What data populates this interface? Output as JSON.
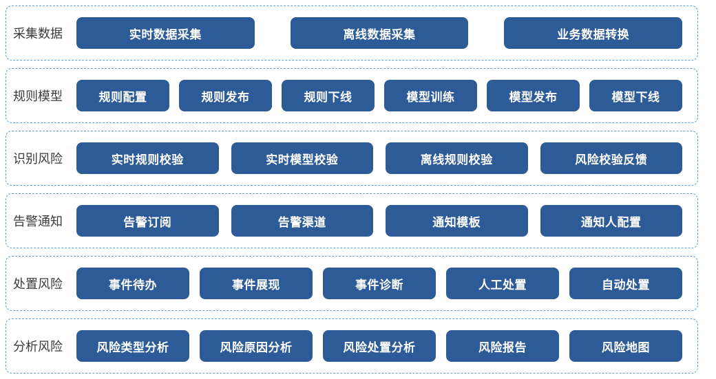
{
  "colors": {
    "button_background": "#2d5b97",
    "button_text": "#ffffff",
    "row_border": "#5b9bd5",
    "label_text": "#3b3b3b",
    "page_background": "#ffffff"
  },
  "rows": [
    {
      "label": "采集数据",
      "items": [
        "实时数据采集",
        "离线数据采集",
        "业务数据转换"
      ]
    },
    {
      "label": "规则模型",
      "items": [
        "规则配置",
        "规则发布",
        "规则下线",
        "模型训练",
        "模型发布",
        "模型下线"
      ]
    },
    {
      "label": "识别风险",
      "items": [
        "实时规则校验",
        "实时模型校验",
        "离线规则校验",
        "风险校验反馈"
      ]
    },
    {
      "label": "告警通知",
      "items": [
        "告警订阅",
        "告警渠道",
        "通知模板",
        "通知人配置"
      ]
    },
    {
      "label": "处置风险",
      "items": [
        "事件待办",
        "事件展现",
        "事件诊断",
        "人工处置",
        "自动处置"
      ]
    },
    {
      "label": "分析风险",
      "items": [
        "风险类型分析",
        "风险原因分析",
        "风险处置分析",
        "风险报告",
        "风险地图"
      ]
    }
  ]
}
